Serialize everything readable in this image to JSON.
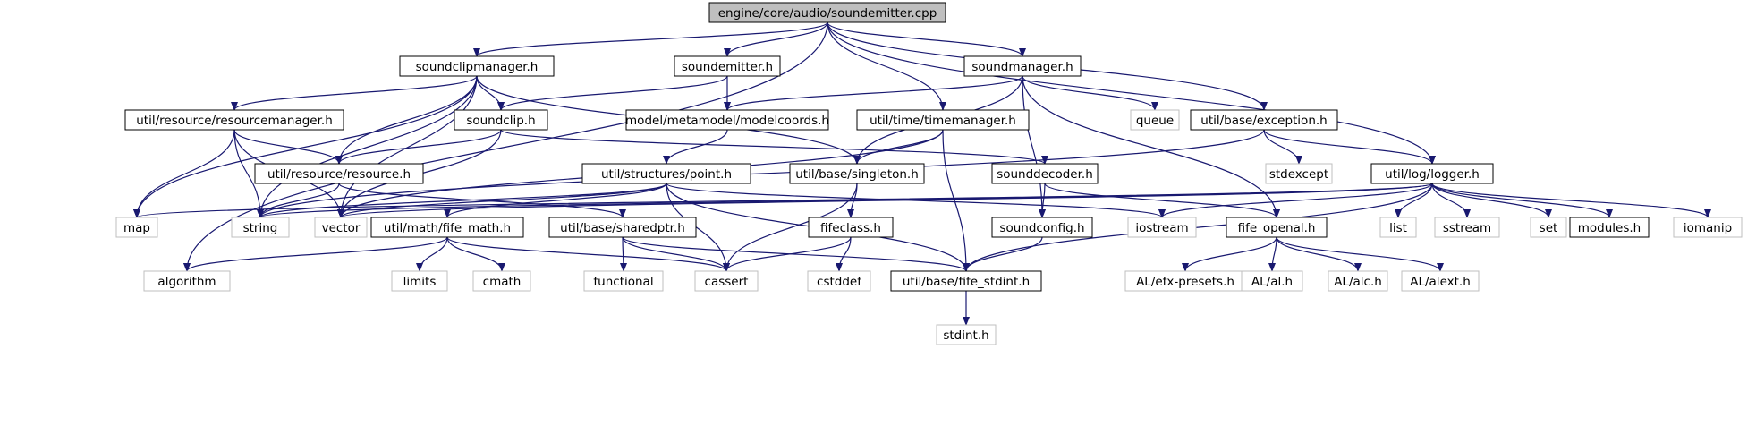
{
  "title": "engine/core/audio/soundemitter.cpp",
  "colors": {
    "edge": "#191970",
    "box_black": "#000000",
    "box_gray": "#bfbfbf",
    "root_fill": "#bfbfbf",
    "text": "#000000"
  },
  "nodes": [
    {
      "id": "root",
      "label": "engine/core/audio/soundemitter.cpp",
      "style": "root"
    },
    {
      "id": "soundclipmanager",
      "label": "soundclipmanager.h",
      "style": "black"
    },
    {
      "id": "soundemitter_h",
      "label": "soundemitter.h",
      "style": "black"
    },
    {
      "id": "soundmanager",
      "label": "soundmanager.h",
      "style": "black"
    },
    {
      "id": "resourcemanager",
      "label": "util/resource/resourcemanager.h",
      "style": "black"
    },
    {
      "id": "soundclip",
      "label": "soundclip.h",
      "style": "black"
    },
    {
      "id": "modelcoords",
      "label": "model/metamodel/modelcoords.h",
      "style": "black"
    },
    {
      "id": "timemanager",
      "label": "util/time/timemanager.h",
      "style": "black"
    },
    {
      "id": "queue",
      "label": "queue",
      "style": "gray"
    },
    {
      "id": "exception",
      "label": "util/base/exception.h",
      "style": "black"
    },
    {
      "id": "resource",
      "label": "util/resource/resource.h",
      "style": "black"
    },
    {
      "id": "point",
      "label": "util/structures/point.h",
      "style": "black"
    },
    {
      "id": "singleton",
      "label": "util/base/singleton.h",
      "style": "black"
    },
    {
      "id": "sounddecoder",
      "label": "sounddecoder.h",
      "style": "black"
    },
    {
      "id": "stdexcept",
      "label": "stdexcept",
      "style": "gray"
    },
    {
      "id": "logger",
      "label": "util/log/logger.h",
      "style": "black"
    },
    {
      "id": "map",
      "label": "map",
      "style": "gray"
    },
    {
      "id": "string",
      "label": "string",
      "style": "gray"
    },
    {
      "id": "vector",
      "label": "vector",
      "style": "gray"
    },
    {
      "id": "fife_math",
      "label": "util/math/fife_math.h",
      "style": "black"
    },
    {
      "id": "sharedptr",
      "label": "util/base/sharedptr.h",
      "style": "black"
    },
    {
      "id": "fifeclass",
      "label": "fifeclass.h",
      "style": "black"
    },
    {
      "id": "soundconfig",
      "label": "soundconfig.h",
      "style": "black"
    },
    {
      "id": "iostream",
      "label": "iostream",
      "style": "gray"
    },
    {
      "id": "fife_openal",
      "label": "fife_openal.h",
      "style": "black"
    },
    {
      "id": "list",
      "label": "list",
      "style": "gray"
    },
    {
      "id": "sstream",
      "label": "sstream",
      "style": "gray"
    },
    {
      "id": "set",
      "label": "set",
      "style": "gray"
    },
    {
      "id": "modules",
      "label": "modules.h",
      "style": "black"
    },
    {
      "id": "iomanip",
      "label": "iomanip",
      "style": "gray"
    },
    {
      "id": "algorithm",
      "label": "algorithm",
      "style": "gray"
    },
    {
      "id": "limits",
      "label": "limits",
      "style": "gray"
    },
    {
      "id": "cmath",
      "label": "cmath",
      "style": "gray"
    },
    {
      "id": "functional",
      "label": "functional",
      "style": "gray"
    },
    {
      "id": "cassert",
      "label": "cassert",
      "style": "gray"
    },
    {
      "id": "cstddef",
      "label": "cstddef",
      "style": "gray"
    },
    {
      "id": "fife_stdint",
      "label": "util/base/fife_stdint.h",
      "style": "black"
    },
    {
      "id": "efx_presets",
      "label": "AL/efx-presets.h",
      "style": "gray"
    },
    {
      "id": "al",
      "label": "AL/al.h",
      "style": "gray"
    },
    {
      "id": "alc",
      "label": "AL/alc.h",
      "style": "gray"
    },
    {
      "id": "alext",
      "label": "AL/alext.h",
      "style": "gray"
    },
    {
      "id": "stdint",
      "label": "stdint.h",
      "style": "gray"
    }
  ],
  "edges": [
    [
      "root",
      "soundclipmanager"
    ],
    [
      "root",
      "soundemitter_h"
    ],
    [
      "root",
      "soundmanager"
    ],
    [
      "root",
      "timemanager"
    ],
    [
      "root",
      "exception"
    ],
    [
      "root",
      "logger"
    ],
    [
      "root",
      "algorithm"
    ],
    [
      "soundclipmanager",
      "resourcemanager"
    ],
    [
      "soundclipmanager",
      "soundclip"
    ],
    [
      "soundclipmanager",
      "resource"
    ],
    [
      "soundclipmanager",
      "singleton"
    ],
    [
      "soundclipmanager",
      "map"
    ],
    [
      "soundclipmanager",
      "string"
    ],
    [
      "soundclipmanager",
      "vector"
    ],
    [
      "soundemitter_h",
      "soundclip"
    ],
    [
      "soundemitter_h",
      "modelcoords"
    ],
    [
      "soundmanager",
      "modelcoords"
    ],
    [
      "soundmanager",
      "singleton"
    ],
    [
      "soundmanager",
      "queue"
    ],
    [
      "soundmanager",
      "soundconfig"
    ],
    [
      "soundmanager",
      "fife_openal"
    ],
    [
      "resourcemanager",
      "resource"
    ],
    [
      "resourcemanager",
      "map"
    ],
    [
      "resourcemanager",
      "string"
    ],
    [
      "resourcemanager",
      "vector"
    ],
    [
      "soundclip",
      "resource"
    ],
    [
      "soundclip",
      "sounddecoder"
    ],
    [
      "soundclip",
      "vector"
    ],
    [
      "modelcoords",
      "point"
    ],
    [
      "timemanager",
      "singleton"
    ],
    [
      "timemanager",
      "fife_stdint"
    ],
    [
      "timemanager",
      "vector"
    ],
    [
      "exception",
      "stdexcept"
    ],
    [
      "exception",
      "logger"
    ],
    [
      "exception",
      "string"
    ],
    [
      "resource",
      "string"
    ],
    [
      "resource",
      "sharedptr"
    ],
    [
      "point",
      "fife_math"
    ],
    [
      "point",
      "cassert"
    ],
    [
      "point",
      "fife_stdint"
    ],
    [
      "point",
      "iostream"
    ],
    [
      "point",
      "vector"
    ],
    [
      "point",
      "string"
    ],
    [
      "singleton",
      "fifeclass"
    ],
    [
      "singleton",
      "cassert"
    ],
    [
      "sounddecoder",
      "soundconfig"
    ],
    [
      "sounddecoder",
      "fife_openal"
    ],
    [
      "logger",
      "iostream"
    ],
    [
      "logger",
      "list"
    ],
    [
      "logger",
      "sstream"
    ],
    [
      "logger",
      "set"
    ],
    [
      "logger",
      "modules"
    ],
    [
      "logger",
      "iomanip"
    ],
    [
      "logger",
      "fife_stdint"
    ],
    [
      "logger",
      "map"
    ],
    [
      "logger",
      "string"
    ],
    [
      "logger",
      "vector"
    ],
    [
      "fife_math",
      "limits"
    ],
    [
      "fife_math",
      "cmath"
    ],
    [
      "fife_math",
      "algorithm"
    ],
    [
      "fife_math",
      "cassert"
    ],
    [
      "sharedptr",
      "functional"
    ],
    [
      "sharedptr",
      "cassert"
    ],
    [
      "sharedptr",
      "fife_stdint"
    ],
    [
      "fifeclass",
      "cassert"
    ],
    [
      "fifeclass",
      "cstddef"
    ],
    [
      "soundconfig",
      "fife_stdint"
    ],
    [
      "fife_openal",
      "efx_presets"
    ],
    [
      "fife_openal",
      "al"
    ],
    [
      "fife_openal",
      "alc"
    ],
    [
      "fife_openal",
      "alext"
    ],
    [
      "fife_stdint",
      "stdint"
    ]
  ]
}
